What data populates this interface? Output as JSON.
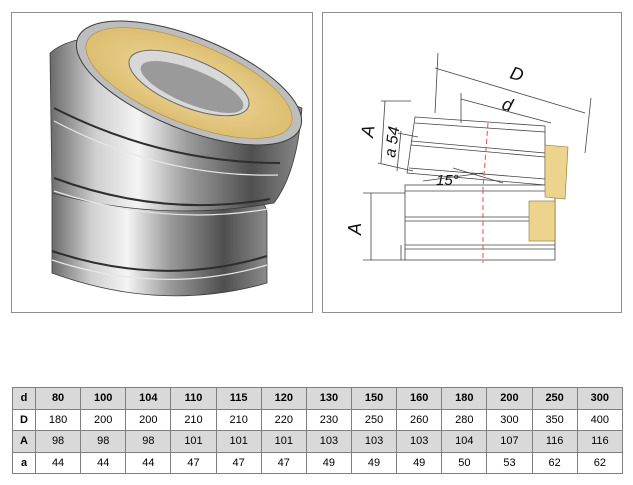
{
  "drawing": {
    "label_D": "D",
    "label_d": "d",
    "label_A_top": "A",
    "label_a54": "a 54",
    "label_angle": "15°",
    "label_A_bottom": "A"
  },
  "table": {
    "rows": [
      {
        "label": "d",
        "values": [
          "80",
          "100",
          "104",
          "110",
          "115",
          "120",
          "130",
          "150",
          "160",
          "180",
          "200",
          "250",
          "300"
        ]
      },
      {
        "label": "D",
        "values": [
          "180",
          "200",
          "200",
          "210",
          "210",
          "220",
          "230",
          "250",
          "260",
          "280",
          "300",
          "350",
          "400"
        ]
      },
      {
        "label": "A",
        "values": [
          "98",
          "98",
          "98",
          "101",
          "101",
          "101",
          "103",
          "103",
          "103",
          "104",
          "107",
          "116",
          "116"
        ]
      },
      {
        "label": "a",
        "values": [
          "44",
          "44",
          "44",
          "47",
          "47",
          "47",
          "49",
          "49",
          "49",
          "50",
          "53",
          "62",
          "62"
        ]
      }
    ]
  },
  "colors": {
    "steel_light": "#e8e8e8",
    "steel_dark": "#4a4a4a",
    "insulation": "#e8cf8a",
    "centerline": "#e05050",
    "table_gray": "#d9d9d9",
    "border": "#8f8f8f"
  }
}
